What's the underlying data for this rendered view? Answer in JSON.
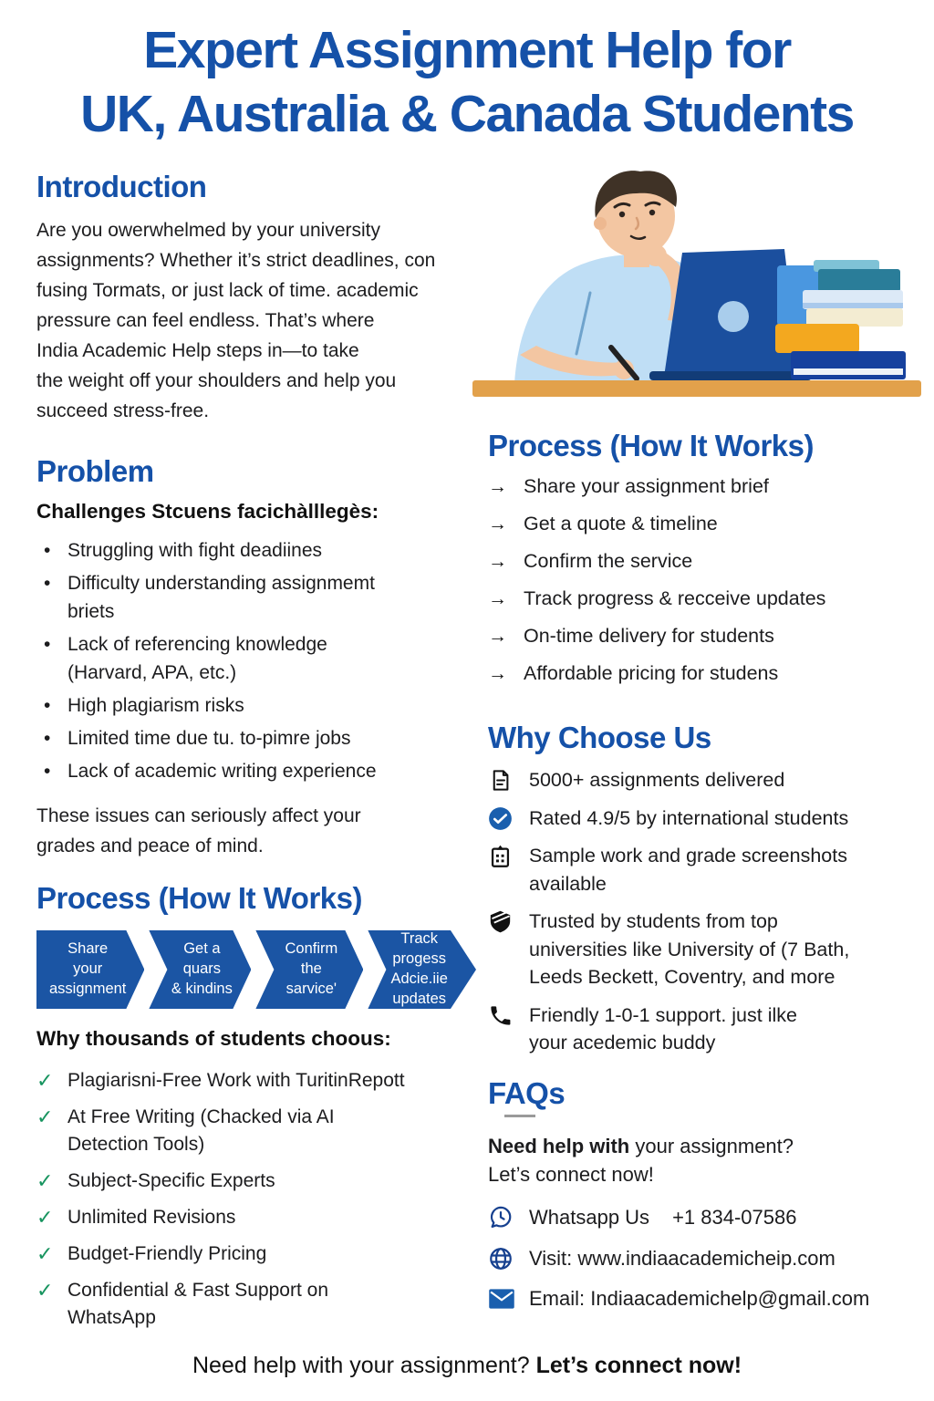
{
  "title": {
    "line1": "Expert Assignment Help for",
    "line2": "UK, Australia & Canada Students"
  },
  "intro": {
    "heading": "Introduction",
    "body": "Are you owerwhelmed by your university\nassignments? Whether it’s strict deadlines, con\nfusing Tormats, or just lack of time. academic\npressure can feel endless. That’s where\nIndia Academic Help steps in—to take\nthe weight off your shoulders and help you\nsucceed stress-free."
  },
  "illustration": {
    "description": "student thinking at desk with pen, laptop and stack of books"
  },
  "problem": {
    "heading": "Problem",
    "subheading": "Challenges Stcuens facichàlllegès:",
    "bullet_glyph": "•",
    "bullets": [
      "Struggling with fight deadiines",
      "Difficulty understanding assignmemt\nbriets",
      "Lack of referencing knowledge\n(Harvard, APA, etc.)",
      "High plagiarism risks",
      "Limited time due tu. to-pimre jobs",
      "Lack of academic writing experience"
    ],
    "note": "These issues can seriously affect your\ngrades and peace of mind."
  },
  "process_left": {
    "heading": "Process (How It Works)",
    "steps": [
      "Share\nyour\nassignment",
      "Get a\nquars\n& kindins",
      "Confirm\nthe sarvice'",
      "Track progess\nAdcie.iie\nupdates"
    ]
  },
  "why_thousands": {
    "heading": "Why thousands of students choous:",
    "check_glyph": "✓",
    "items": [
      "Plagiarisni-Free Work with TuritinRepott",
      "At Free Writing (Chacked via AI\nDetection Tools)",
      "Subject-Specific Experts",
      "Unlimited Revisions",
      "Budget-Friendly Pricing",
      "Confidential & Fast Support on\nWhatsApp"
    ]
  },
  "process_right": {
    "heading": "Process (How It Works)",
    "arrow_glyph": "→",
    "items": [
      "Share your assignment brief",
      "Get a quote & timeline",
      "Confirm the service",
      "Track progress & recceive updates",
      "On-time delivery for students",
      "Affordable pricing for studens"
    ]
  },
  "why_choose": {
    "heading": "Why Choose Us",
    "items": [
      {
        "icon": "document-icon",
        "text": "5000+ assignments delivered"
      },
      {
        "icon": "rating-badge-icon",
        "text": "Rated 4.9/5 by international students"
      },
      {
        "icon": "clipboard-icon",
        "text": "Sample work and grade screenshots\navailable"
      },
      {
        "icon": "shield-icon",
        "text": "Trusted by students from top\nuniversities like University of (7 Bath,\nLeeds Beckett, Coventry, and more"
      },
      {
        "icon": "phone-icon",
        "text": "Friendly 1-0-1 support. just ilke\nyour acedemic buddy"
      }
    ]
  },
  "faqs": {
    "heading": "FAQs",
    "lead_bold": "Need help with",
    "lead_rest": " your assignment?",
    "lead_line2": "Let’s connect now!",
    "contacts": [
      {
        "icon": "whatsapp-icon",
        "label": "Whatsapp Us",
        "value": "+1 834-07586"
      },
      {
        "icon": "globe-icon",
        "text": "Visit: www.indiaacademicheip.com"
      },
      {
        "icon": "email-icon",
        "text": "Email: Indiaacademichelp@gmail.com"
      }
    ]
  },
  "footer": {
    "normal": "Need help with your assignment? ",
    "bold": "Let’s connect now!"
  },
  "colors": {
    "accent_blue": "#1551a8",
    "chevron_blue": "#1b55a4",
    "check_green": "#17945f",
    "icon_blue": "#1a5fae",
    "desk_tan": "#e2a14b",
    "laptop_blue": "#1b4f9e",
    "shirt_blue": "#bfdef5"
  }
}
